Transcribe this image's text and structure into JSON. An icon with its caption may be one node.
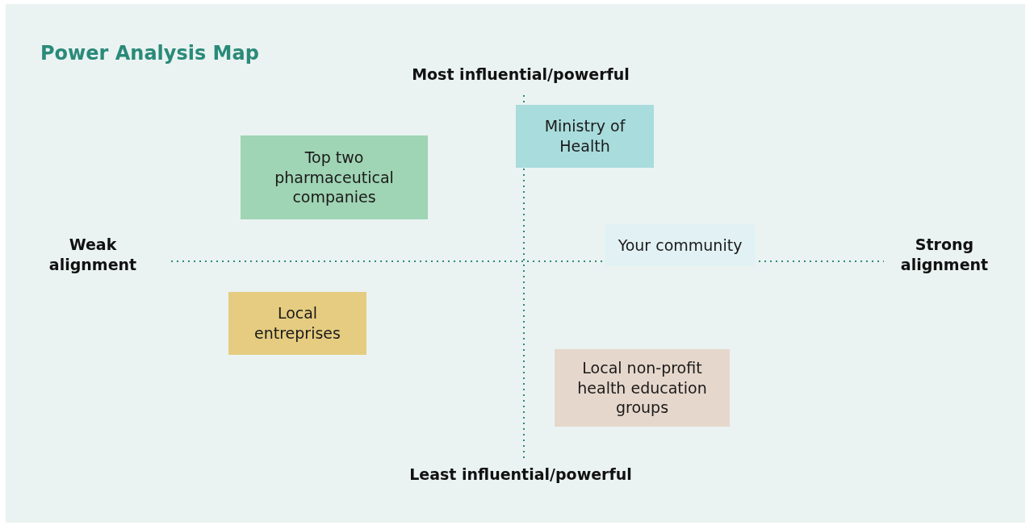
{
  "diagram": {
    "title": "Power Analysis Map",
    "nodes": [
      {
        "text": [
          "Ministry of Health"
        ]
      },
      {
        "text": [
          "Top two pharmaceutical companies"
        ]
      },
      {
        "text": [
          "Your community"
        ]
      },
      {
        "text": [
          "Local entreprises"
        ]
      },
      {
        "text": [
          "Local non-profit health education groups"
        ]
      }
    ],
    "edges": [],
    "labels": [
      "Most influential/powerful",
      "Weak alignment",
      "Strong alignment",
      "Least influential/powerful"
    ]
  }
}
